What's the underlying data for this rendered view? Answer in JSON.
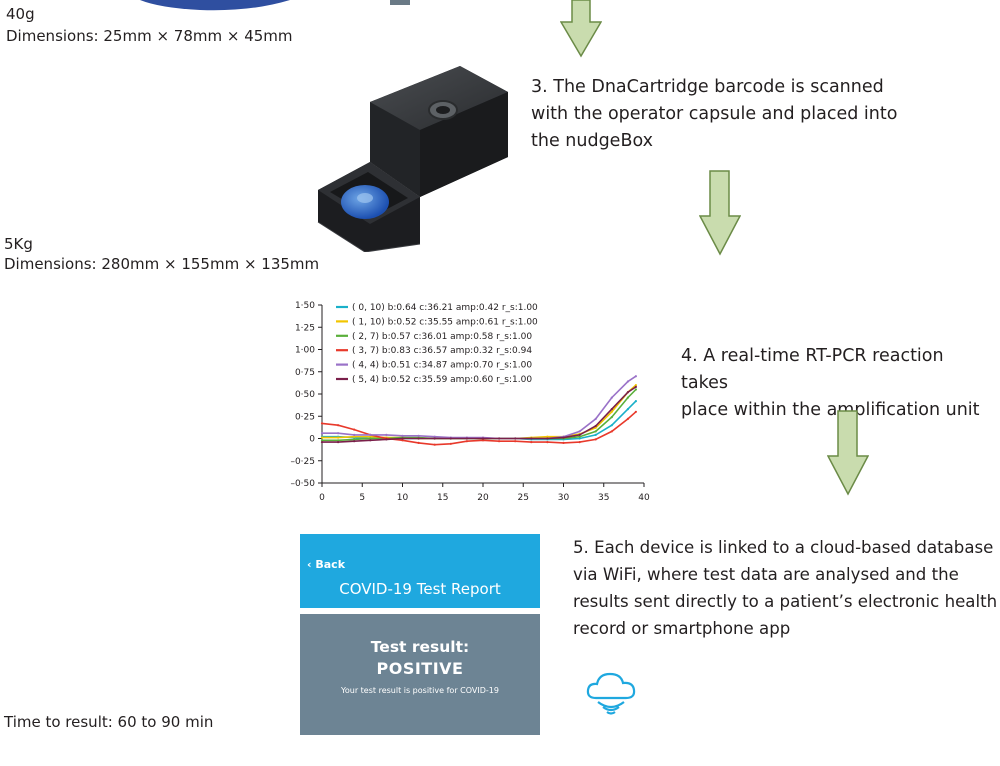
{
  "specs": {
    "capsule_weight": "40g",
    "capsule_dimensions": "Dimensions: 25mm × 78mm × 45mm",
    "box_weight": "5Kg",
    "box_dimensions": "Dimensions: 280mm × 155mm × 135mm",
    "time_to_result": "Time to result: 60 to 90 min"
  },
  "steps": {
    "step3": [
      "3. The DnaCartridge barcode is scanned",
      "with the operator capsule and placed into",
      "the nudgeBox"
    ],
    "step4": [
      "4. A real-time RT-PCR reaction takes",
      "place within the amplification unit"
    ],
    "step5": [
      "5. Each device is linked to a cloud-based database",
      "via WiFi, where test data are analysed and the",
      "results sent directly to a patient’s electronic health",
      "record or smartphone app"
    ]
  },
  "phone": {
    "back_label": "‹ Back",
    "report_title": "COVID-19 Test Report",
    "result_label": "Test result:",
    "result_value": "POSITIVE",
    "result_note": "Your test result is positive for COVID-19"
  },
  "colors": {
    "arrow_fill": "#c9dcae",
    "arrow_stroke": "#6b8b47",
    "phone_header": "#1fa8df",
    "phone_result": "#6d8494",
    "cloud": "#1fa8df"
  },
  "icons": {
    "cloud": "cloud-wifi-icon",
    "box": "nudgebox-device-image",
    "capsule": "operator-capsule-image"
  },
  "chart_data": {
    "type": "line",
    "xlim": [
      0,
      40
    ],
    "ylim": [
      -0.5,
      1.5
    ],
    "xticks": [
      "0",
      "5",
      "10",
      "15",
      "20",
      "25",
      "30",
      "35",
      "40"
    ],
    "yticks": [
      "1·50",
      "1·25",
      "1·00",
      "0·75",
      "0·50",
      "0·25",
      "0",
      "–0·25",
      "–0·50"
    ],
    "legend_position": "top-left",
    "series": [
      {
        "name": "( 0, 10) b:0.64 c:36.21 amp:0.42 r_s:1.00",
        "color": "#1ab0c9",
        "x": [
          0,
          2,
          4,
          6,
          8,
          10,
          12,
          14,
          16,
          18,
          20,
          22,
          24,
          26,
          28,
          30,
          32,
          34,
          36,
          38,
          39
        ],
        "y": [
          0.02,
          0.02,
          0.01,
          0.0,
          0.01,
          0.0,
          0.0,
          0.0,
          0.0,
          0.0,
          0.0,
          0.0,
          0.0,
          -0.01,
          -0.01,
          -0.01,
          0.0,
          0.04,
          0.15,
          0.33,
          0.42
        ]
      },
      {
        "name": "( 1, 10) b:0.52 c:35.55 amp:0.61 r_s:1.00",
        "color": "#f2c500",
        "x": [
          0,
          2,
          4,
          6,
          8,
          10,
          12,
          14,
          16,
          18,
          20,
          22,
          24,
          26,
          28,
          30,
          32,
          34,
          36,
          38,
          39
        ],
        "y": [
          0.01,
          0.01,
          0.02,
          0.02,
          0.01,
          0.01,
          0.0,
          0.0,
          0.0,
          0.0,
          0.0,
          0.0,
          0.0,
          0.01,
          0.02,
          0.02,
          0.05,
          0.12,
          0.3,
          0.52,
          0.6
        ]
      },
      {
        "name": "( 2, 7) b:0.57 c:36.01 amp:0.58 r_s:1.00",
        "color": "#5aaf3a",
        "x": [
          0,
          2,
          4,
          6,
          8,
          10,
          12,
          14,
          16,
          18,
          20,
          22,
          24,
          26,
          28,
          30,
          32,
          34,
          36,
          38,
          39
        ],
        "y": [
          -0.02,
          -0.02,
          -0.01,
          0.0,
          0.0,
          0.01,
          0.01,
          0.0,
          0.0,
          0.0,
          0.0,
          0.0,
          0.0,
          0.0,
          0.0,
          0.0,
          0.02,
          0.08,
          0.24,
          0.46,
          0.55
        ]
      },
      {
        "name": "( 3, 7) b:0.83 c:36.57 amp:0.32 r_s:0.94",
        "color": "#e8392b",
        "x": [
          0,
          2,
          4,
          6,
          8,
          10,
          12,
          14,
          16,
          18,
          20,
          22,
          24,
          26,
          28,
          30,
          32,
          34,
          36,
          38,
          39
        ],
        "y": [
          0.17,
          0.15,
          0.1,
          0.04,
          0.0,
          -0.02,
          -0.05,
          -0.07,
          -0.06,
          -0.03,
          -0.02,
          -0.03,
          -0.03,
          -0.04,
          -0.04,
          -0.05,
          -0.04,
          -0.01,
          0.08,
          0.22,
          0.3
        ]
      },
      {
        "name": "( 4, 4) b:0.51 c:34.87 amp:0.70 r_s:1.00",
        "color": "#9a72c8",
        "x": [
          0,
          2,
          4,
          6,
          8,
          10,
          12,
          14,
          16,
          18,
          20,
          22,
          24,
          26,
          28,
          30,
          32,
          34,
          36,
          38,
          39
        ],
        "y": [
          0.06,
          0.06,
          0.04,
          0.04,
          0.04,
          0.03,
          0.03,
          0.02,
          0.01,
          0.01,
          0.01,
          0.0,
          0.0,
          0.0,
          0.0,
          0.02,
          0.08,
          0.22,
          0.46,
          0.64,
          0.7
        ]
      },
      {
        "name": "( 5, 4) b:0.52 c:35.59 amp:0.60 r_s:1.00",
        "color": "#7a1f4a",
        "x": [
          0,
          2,
          4,
          6,
          8,
          10,
          12,
          14,
          16,
          18,
          20,
          22,
          24,
          26,
          28,
          30,
          32,
          34,
          36,
          38,
          39
        ],
        "y": [
          -0.04,
          -0.04,
          -0.03,
          -0.02,
          -0.01,
          0.0,
          0.0,
          0.0,
          0.0,
          0.0,
          0.0,
          0.0,
          0.0,
          0.0,
          0.0,
          0.01,
          0.04,
          0.14,
          0.33,
          0.52,
          0.58
        ]
      }
    ]
  }
}
